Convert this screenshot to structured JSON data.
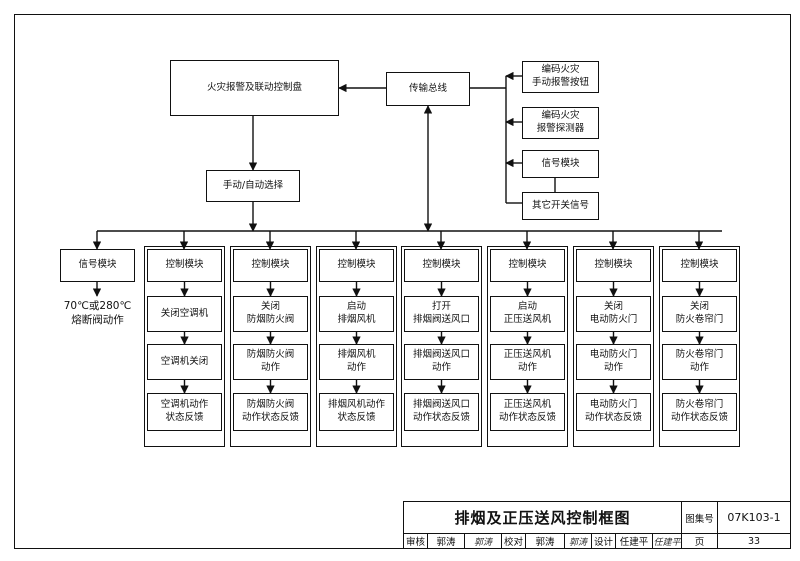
{
  "top": {
    "panel": "火灾报警及联动控制盘",
    "bus": "传输总线",
    "manual_auto": "手动/自动选择",
    "inputs": [
      "编码火灾\n手动报警按钮",
      "编码火灾\n报警探测器",
      "信号模块",
      "其它开关信号"
    ]
  },
  "columns": [
    {
      "header": "信号模块",
      "items": [
        "70℃或280℃\n熔断阀动作"
      ]
    },
    {
      "header": "控制模块",
      "items": [
        "关闭空调机",
        "空调机关闭",
        "空调机动作\n状态反馈"
      ]
    },
    {
      "header": "控制模块",
      "items": [
        "关闭\n防烟防火阀",
        "防烟防火阀\n动作",
        "防烟防火阀\n动作状态反馈"
      ]
    },
    {
      "header": "控制模块",
      "items": [
        "启动\n排烟风机",
        "排烟风机\n动作",
        "排烟风机动作\n状态反馈"
      ]
    },
    {
      "header": "控制模块",
      "items": [
        "打开\n排烟阀送风口",
        "排烟阀送风口\n动作",
        "排烟阀送风口\n动作状态反馈"
      ]
    },
    {
      "header": "控制模块",
      "items": [
        "启动\n正压送风机",
        "正压送风机\n动作",
        "正压送风机\n动作状态反馈"
      ]
    },
    {
      "header": "控制模块",
      "items": [
        "关闭\n电动防火门",
        "电动防火门\n动作",
        "电动防火门\n动作状态反馈"
      ]
    },
    {
      "header": "控制模块",
      "items": [
        "关闭\n防火卷帘门",
        "防火卷帘门\n动作",
        "防火卷帘门\n动作状态反馈"
      ]
    }
  ],
  "title_block": {
    "title": "排烟及正压送风控制框图",
    "atlas_label": "图集号",
    "atlas_no": "07K103-1",
    "page_label": "页",
    "page_no": "33",
    "review_label": "审核",
    "review_name": "郭涛",
    "check_label": "校对",
    "check_name": "郭涛",
    "design_label": "设计",
    "design_name": "任建平",
    "review_sig": "郭涛",
    "check_sig": "郭涛",
    "design_sig": "任建平"
  }
}
